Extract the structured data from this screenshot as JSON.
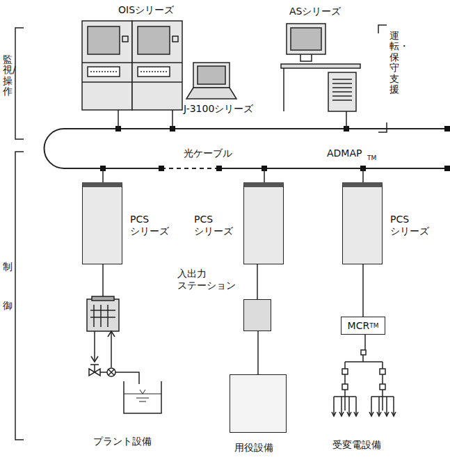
{
  "diagram": {
    "nodes": [
      {
        "text": [
          "OISシリーズ"
        ]
      },
      {
        "text": [
          "J-3100シリーズ"
        ]
      },
      {
        "text": [
          "ASシリーズ"
        ]
      },
      {
        "text": [
          "PCS シリーズ"
        ]
      },
      {
        "text": [
          "PCS シリーズ"
        ]
      },
      {
        "text": [
          "PCS シリーズ"
        ]
      },
      {
        "text": [
          "入出力 ステーション"
        ]
      },
      {
        "text": [
          "MCR",
          "TM"
        ]
      },
      {
        "text": [
          "プラント設備"
        ]
      },
      {
        "text": [
          "用役設備"
        ]
      },
      {
        "text": [
          "受変電設備"
        ]
      }
    ],
    "edges": [
      {
        "from": 4,
        "to": 6,
        "arrow": "none"
      },
      {
        "from": 6,
        "to": 9,
        "arrow": "none"
      },
      {
        "from": 5,
        "to": 7,
        "arrow": "none"
      },
      {
        "from": 7,
        "to": 10,
        "arrow": "none"
      }
    ],
    "labels": [
      "監視/操作",
      "運転・保守支援",
      "光ケーブル",
      "ADMAP",
      "TM",
      "制御"
    ]
  }
}
